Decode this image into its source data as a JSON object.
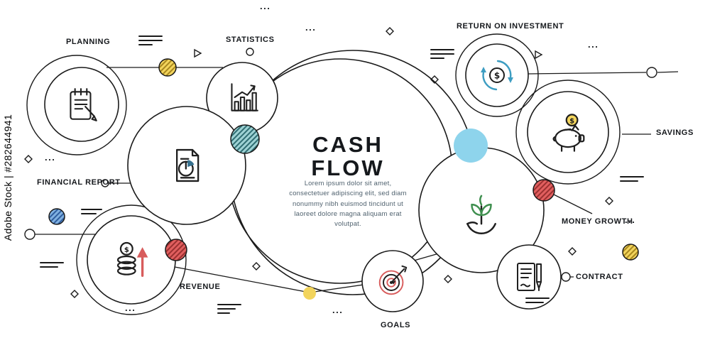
{
  "watermark": {
    "brand": "Adobe Stock",
    "separator": "|",
    "id": "#282644941",
    "full": "Adobe Stock | #282644941"
  },
  "center": {
    "title_line1": "CASH",
    "title_line2": "FLOW",
    "description": "Lorem ipsum dolor sit amet, consectetuer adipiscing elit, sed diam nonummy nibh euismod tincidunt ut laoreet dolore magna aliquam erat volutpat."
  },
  "nodes": {
    "planning": {
      "label": "PLANNING",
      "icon": "notepad-pen-icon"
    },
    "statistics": {
      "label": "STATISTICS",
      "icon": "bar-chart-icon"
    },
    "roi": {
      "label": "RETURN ON INVESTMENT",
      "icon": "dollar-cycle-icon"
    },
    "savings": {
      "label": "SAVINGS",
      "icon": "piggy-bank-icon"
    },
    "financial_report": {
      "label": "FINANCIAL REPORT",
      "icon": "pie-chart-document-icon"
    },
    "money_growth": {
      "label": "MONEY GROWTH",
      "icon": "sprout-hand-icon"
    },
    "revenue": {
      "label": "REVENUE",
      "icon": "coins-up-arrow-icon"
    },
    "goals": {
      "label": "GOALS",
      "icon": "target-dart-icon"
    },
    "contract": {
      "label": "CONTRACT",
      "icon": "document-pen-icon"
    }
  },
  "decor": {
    "ellipsis": "..."
  },
  "colors": {
    "outline": "#1a1a1a",
    "yellow": "#f2d45c",
    "yellow_stripe": "#a8871f",
    "teal": "#9ed2d4",
    "teal_stripe": "#2f6d72",
    "red": "#e15f5f",
    "red_stripe": "#9a3030",
    "blue": "#7fb0e0",
    "blue_stripe": "#2f5d9e",
    "light_blue_solid": "#8ed4ec",
    "accent_green": "#3f8f4f",
    "accent_red": "#d85c5c",
    "accent_blue": "#3d9dc2",
    "pie_slice": "#35708e",
    "text": "#15181c",
    "paragraph_text": "#50626f"
  }
}
